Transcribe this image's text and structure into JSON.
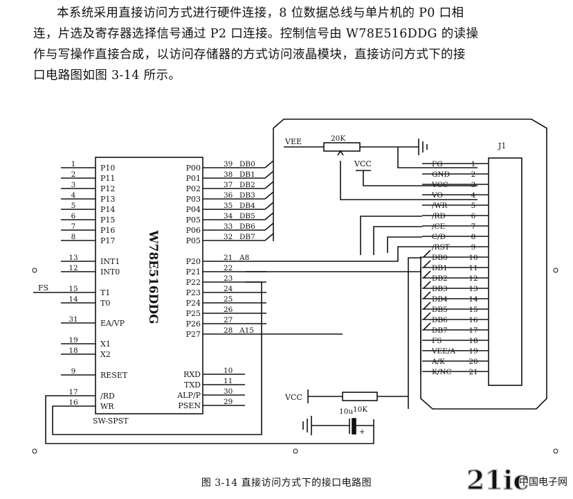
{
  "paragraph": {
    "lines": [
      "本系统采用直接访问方式进行硬件连接，8 位数据总线与单片机的 P0 口相",
      "连，片选及寄存器选择信号通过 P2 口连接。控制信号由 W78E516DDG 的读操",
      "作与写操作直接合成，以访问存储器的方式访问液晶模块，直接访问方式下的接",
      "口电路图如图 3-14 所示。"
    ]
  },
  "figure": {
    "caption": "图 3-14  直接访问方式下的接口电路图",
    "chip_label": "W78E516DDG",
    "switch_label": "SW-SPST",
    "left_pins": [
      {
        "num": "1",
        "name": "P10"
      },
      {
        "num": "2",
        "name": "P11"
      },
      {
        "num": "3",
        "name": "P12"
      },
      {
        "num": "4",
        "name": "P13"
      },
      {
        "num": "5",
        "name": "P14"
      },
      {
        "num": "6",
        "name": "P15"
      },
      {
        "num": "7",
        "name": "P16"
      },
      {
        "num": "8",
        "name": "P17"
      },
      {
        "num": "13",
        "name": "INT1"
      },
      {
        "num": "12",
        "name": "INT0"
      },
      {
        "num": "15",
        "name": "T1"
      },
      {
        "num": "14",
        "name": "T0"
      },
      {
        "num": "31",
        "name": "EA/VP"
      },
      {
        "num": "19",
        "name": "X1"
      },
      {
        "num": "18",
        "name": "X2"
      },
      {
        "num": "9",
        "name": "RESET"
      },
      {
        "num": "17",
        "name": "/RD"
      },
      {
        "num": "16",
        "name": "WR"
      }
    ],
    "right_pins": [
      {
        "num": "39",
        "name": "P00",
        "net": "DB0"
      },
      {
        "num": "38",
        "name": "P01",
        "net": "DB1"
      },
      {
        "num": "37",
        "name": "P02",
        "net": "DB2"
      },
      {
        "num": "36",
        "name": "P03",
        "net": "DB3"
      },
      {
        "num": "35",
        "name": "P04",
        "net": "DB4"
      },
      {
        "num": "34",
        "name": "P05",
        "net": "DB5"
      },
      {
        "num": "33",
        "name": "P06",
        "net": "DB6"
      },
      {
        "num": "32",
        "name": "P05",
        "net": "DB7"
      },
      {
        "num": "21",
        "name": "P20",
        "net": "A8"
      },
      {
        "num": "22",
        "name": "P21",
        "net": ""
      },
      {
        "num": "23",
        "name": "P22",
        "net": ""
      },
      {
        "num": "24",
        "name": "P23",
        "net": ""
      },
      {
        "num": "25",
        "name": "P24",
        "net": ""
      },
      {
        "num": "26",
        "name": "P25",
        "net": ""
      },
      {
        "num": "27",
        "name": "P26",
        "net": ""
      },
      {
        "num": "28",
        "name": "P27",
        "net": "A15"
      },
      {
        "num": "10",
        "name": "RXD",
        "net": ""
      },
      {
        "num": "11",
        "name": "TXD",
        "net": ""
      },
      {
        "num": "30",
        "name": "ALP/P",
        "net": ""
      },
      {
        "num": "29",
        "name": "PSEN",
        "net": ""
      }
    ],
    "fs_label": "FS",
    "vee_label": "VEE",
    "pot_label": "20K",
    "vcc_label": "VCC",
    "connector_label": "J1",
    "lcd_pins": [
      {
        "name": "FG",
        "num": "1"
      },
      {
        "name": "GND",
        "num": "2"
      },
      {
        "name": "VCC",
        "num": "3"
      },
      {
        "name": "VO",
        "num": "4"
      },
      {
        "name": "/WR",
        "num": "5"
      },
      {
        "name": "/RD",
        "num": "6"
      },
      {
        "name": "/CE",
        "num": "7"
      },
      {
        "name": "C/D",
        "num": "8"
      },
      {
        "name": "/RST",
        "num": "9"
      },
      {
        "name": "DB0",
        "num": "10"
      },
      {
        "name": "DB1",
        "num": "11"
      },
      {
        "name": "DB2",
        "num": "12"
      },
      {
        "name": "DB3",
        "num": "13"
      },
      {
        "name": "DB4",
        "num": "14"
      },
      {
        "name": "DB5",
        "num": "15"
      },
      {
        "name": "DB6",
        "num": "16"
      },
      {
        "name": "DB7",
        "num": "17"
      },
      {
        "name": "FS",
        "num": "18"
      },
      {
        "name": "VEE/A",
        "num": "19"
      },
      {
        "name": "A/K",
        "num": "20"
      },
      {
        "name": "K/NC",
        "num": "21"
      }
    ],
    "reset_vcc_label": "VCC",
    "resistor_label": "10K",
    "capacitor_label": "10u"
  },
  "watermark": {
    "text": "21ic",
    "subtext": "中国电子网"
  }
}
